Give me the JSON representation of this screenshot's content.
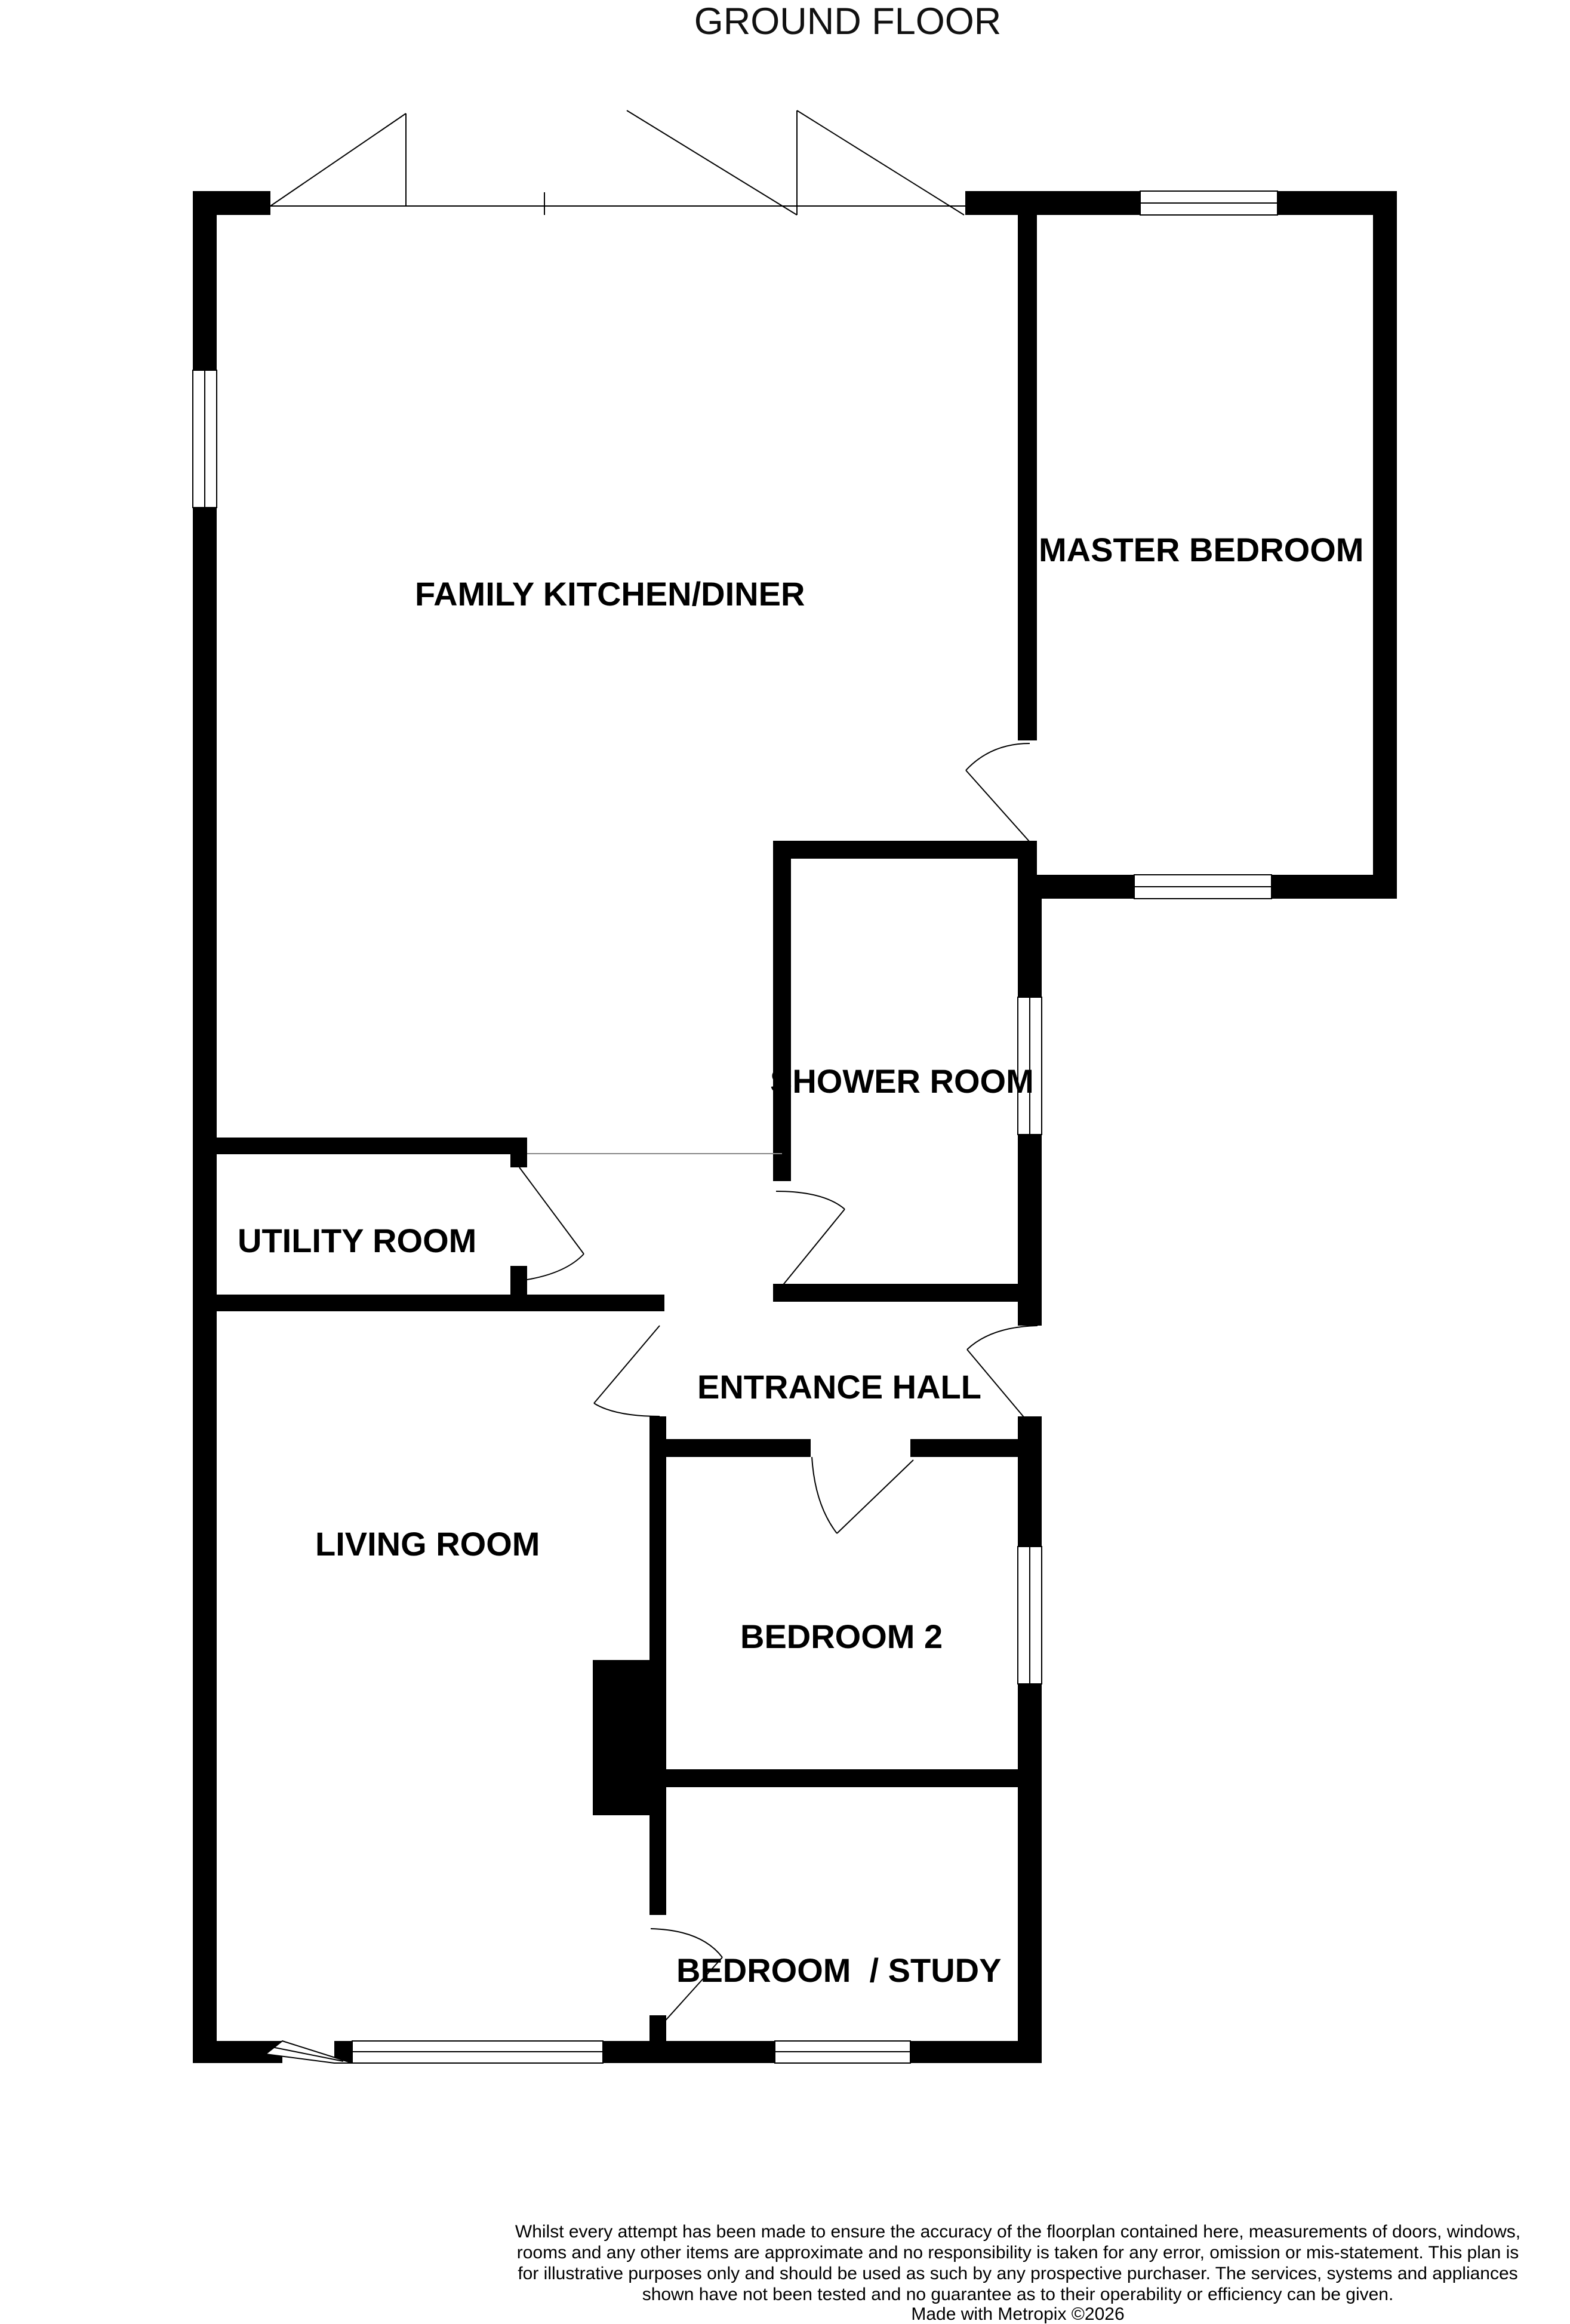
{
  "title": "GROUND FLOOR",
  "rooms": {
    "family_kitchen_diner": "FAMILY KITCHEN/DINER",
    "master_bedroom": "MASTER BEDROOM",
    "shower_room": "SHOWER ROOM",
    "utility_room": "UTILITY ROOM",
    "entrance_hall": "ENTRANCE HALL",
    "living_room": "LIVING ROOM",
    "bedroom_2": "BEDROOM 2",
    "bedroom_study": "BEDROOM  / STUDY"
  },
  "footer": {
    "disclaimer": "Whilst every attempt has been made to ensure the accuracy of the floorplan contained here, measurements of doors, windows, rooms and any other items are approximate and no responsibility is taken for any error, omission or mis-statement. This plan is for illustrative purposes only and should be used as such by any prospective purchaser. The services, systems and appliances shown have not been tested and no guarantee as to their operability or efficiency can be given.",
    "credit": "Made with Metropix ©2026"
  },
  "colors": {
    "wall": "#000000",
    "background": "#ffffff",
    "fixture": "#444444"
  }
}
